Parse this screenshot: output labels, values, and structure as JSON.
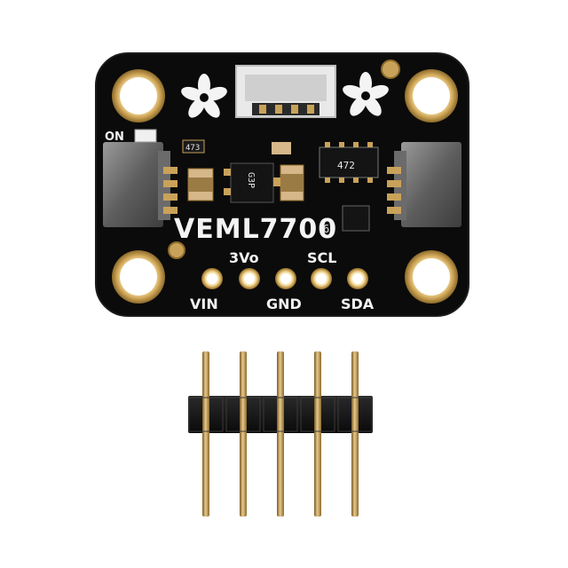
{
  "board": {
    "chip_name": "VEML7700",
    "chip_suffix": "6",
    "resistor_code": "472",
    "chip_mark": "G3P",
    "on_label": "ON",
    "small_code": "473",
    "pins_top": [
      "3Vo",
      "SCL"
    ],
    "pins_bottom": [
      "VIN",
      "GND",
      "SDA"
    ]
  },
  "header": {
    "pin_count": 5
  },
  "colors": {
    "pcb": "#0b0b0b",
    "gold": "#c9a25a",
    "silkscreen": "#f2f2f2",
    "header_plastic": "#141414"
  }
}
